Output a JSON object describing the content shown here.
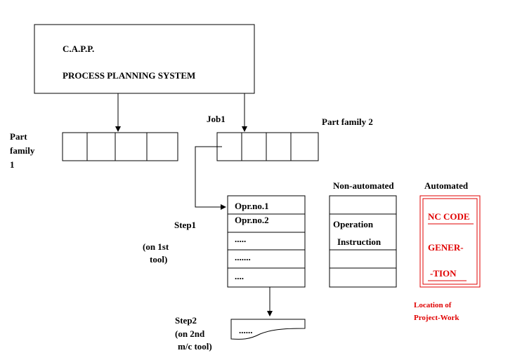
{
  "capp_box": {
    "title": "C.A.P.P.",
    "subtitle": "PROCESS PLANNING SYSTEM"
  },
  "part_family_1": {
    "label_lines": [
      "Part",
      "family",
      "1"
    ]
  },
  "part_family_2": {
    "job_label": "Job1",
    "label": "Part family 2"
  },
  "step1": {
    "label": "Step1",
    "note_lines": [
      "(on 1st",
      "tool)"
    ],
    "rows": [
      "Opr.no.1",
      "Opr.no.2",
      ".....",
      ".......",
      "...."
    ]
  },
  "step2": {
    "label_lines": [
      "Step2",
      "(on 2nd",
      "m/c tool)"
    ],
    "content": "......"
  },
  "non_automated": {
    "title": "Non-automated",
    "lines": [
      "Operation",
      "Instruction"
    ]
  },
  "automated": {
    "title": "Automated",
    "lines": [
      "NC CODE",
      "GENER-",
      "-TION"
    ],
    "caption_lines": [
      "Location of",
      "Project-Work"
    ]
  },
  "colors": {
    "ink": "#000000",
    "highlight": "#e00000"
  }
}
